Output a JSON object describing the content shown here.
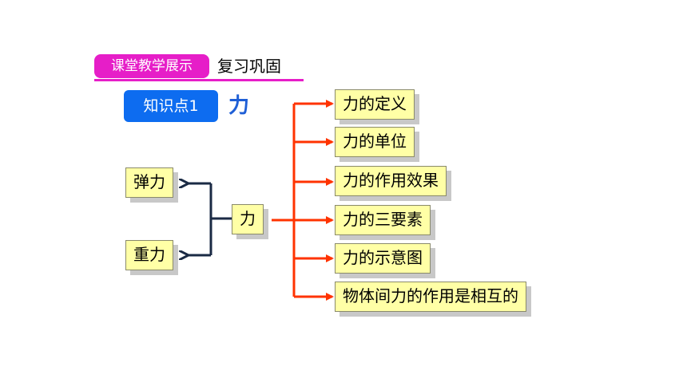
{
  "header": {
    "section_tag": "课堂教学展示",
    "subtitle": "复习巩固"
  },
  "knowledge_point": {
    "badge": "知识点1",
    "title": "力"
  },
  "diagram": {
    "center": "力",
    "left_nodes": [
      "弹力",
      "重力"
    ],
    "right_nodes": [
      "力的定义",
      "力的单位",
      "力的作用效果",
      "力的三要素",
      "力的示意图",
      "物体间力的作用是相互的"
    ]
  },
  "colors": {
    "section_tag": "#e61ec8",
    "badge": "#0d6cf0",
    "title": "#1f5fd6",
    "box_fill": "#ffffa6",
    "right_arrows": "#ff3300",
    "left_arrows": "#1a2a44"
  }
}
